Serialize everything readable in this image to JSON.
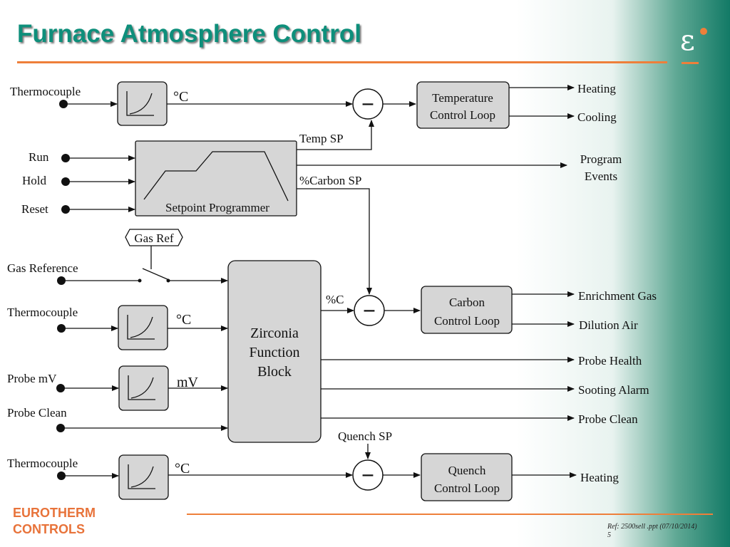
{
  "title": "Furnace Atmosphere Control",
  "brand": {
    "line1": "EUROTHERM",
    "line2": "CONTROLS"
  },
  "footer": {
    "ref": "Ref:  2500sell .ppt (07/10/2014)",
    "page": "5"
  },
  "logo": {
    "glyph": "ε"
  },
  "inputs": {
    "thermocouple_1": "Thermocouple",
    "run": "Run",
    "hold": "Hold",
    "reset": "Reset",
    "gas_reference": "Gas Reference",
    "thermocouple_2": "Thermocouple",
    "probe_mv": "Probe mV",
    "probe_clean": "Probe Clean",
    "thermocouple_3": "Thermocouple"
  },
  "units": {
    "degc_1": "°C",
    "degc_2": "°C",
    "mv": "mV",
    "degc_3": "°C",
    "pct_c": "%C"
  },
  "blocks": {
    "temp_loop": [
      "Temperature",
      "Control Loop"
    ],
    "setpoint_programmer": "Setpoint Programmer",
    "zirconia": [
      "Zirconia",
      "Function",
      "Block"
    ],
    "carbon_loop": [
      "Carbon",
      "Control Loop"
    ],
    "quench_loop": [
      "Quench",
      "Control Loop"
    ]
  },
  "signals": {
    "temp_sp": "Temp SP",
    "carbon_sp": "%Carbon  SP",
    "quench_sp": "Quench SP",
    "gas_ref": "Gas Ref",
    "minus": "−"
  },
  "outputs": {
    "heating_1": "Heating",
    "cooling": "Cooling",
    "program_events": [
      "Program",
      "Events"
    ],
    "enrichment_gas": "Enrichment Gas",
    "dilution_air": "Dilution Air",
    "probe_health": "Probe Health",
    "sooting_alarm": "Sooting Alarm",
    "probe_clean": "Probe Clean",
    "heating_2": "Heating"
  }
}
